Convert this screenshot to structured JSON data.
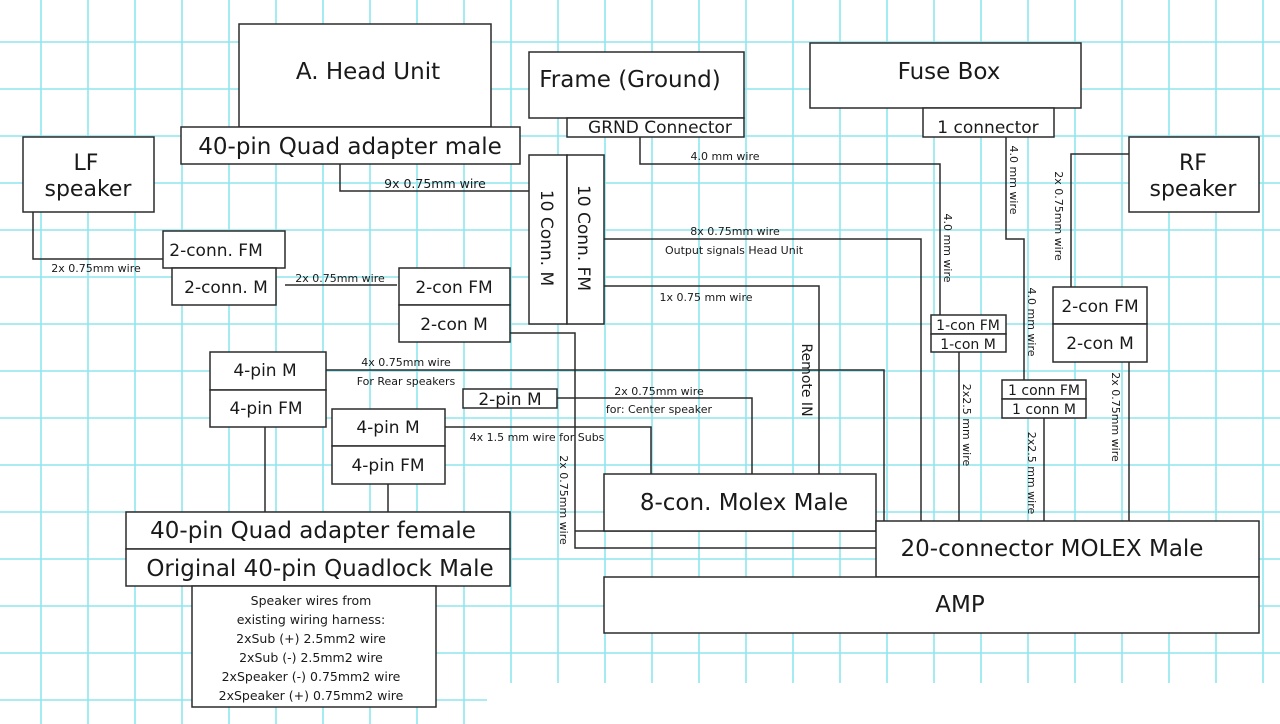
{
  "diagram": {
    "components": {
      "head_unit": "A. Head Unit",
      "quad_adapter_male": "40-pin Quad adapter male",
      "frame_ground": "Frame (Ground)",
      "grnd_connector": "GRND Connector",
      "fuse_box": "Fuse Box",
      "fuse_connector": "1 connector",
      "lf_speaker_line1": "LF",
      "lf_speaker_line2": "speaker",
      "rf_speaker_line1": "RF",
      "rf_speaker_line2": "speaker",
      "conn_10_m": "10 Conn. M",
      "conn_10_fm": "10 Conn. FM",
      "lf_2conn_fm": "2-conn. FM",
      "lf_2conn_m": "2-conn. M",
      "mid_2con_fm": "2-con FM",
      "mid_2con_m": "2-con M",
      "rear_4pin_m": "4-pin M",
      "rear_4pin_fm": "4-pin FM",
      "center_2pin_m": "2-pin M",
      "subs_4pin_m": "4-pin M",
      "subs_4pin_fm": "4-pin FM",
      "quad_adapter_female": "40-pin Quad adapter female",
      "original_quadlock": "Original 40-pin Quadlock Male",
      "molex_8": "8-con. Molex Male",
      "molex_20": "20-connector MOLEX Male",
      "amp": "AMP",
      "ground_1con_fm": "1-con FM",
      "ground_1con_m": "1-con M",
      "fuse_1conn_fm": "1 conn FM",
      "fuse_1conn_m": "1 conn M",
      "rf_2con_fm": "2-con FM",
      "rf_2con_m": "2-con M"
    },
    "wire_labels": {
      "head_to_10conn": "9x 0.75mm wire",
      "ground_wire": "4.0 mm wire",
      "ground_wire_vertical": "4.0 mm wire",
      "fuse_wire_upper": "4.0 mm wire",
      "fuse_wire_lower": "4.0 mm wire",
      "rf_speaker_wire": "2x 0.75mm wire",
      "output_signals_count": "8x 0.75mm wire",
      "output_signals_desc": "Output signals Head Unit",
      "remote_wire": "1x 0.75 mm wire",
      "remote_in": "Remote IN",
      "lf_speaker_wire": "2x 0.75mm wire",
      "lf_to_mid_wire": "2x 0.75mm wire",
      "rear_wire_count": "4x 0.75mm wire",
      "rear_wire_desc": "For Rear speakers",
      "center_wire_count": "2x 0.75mm wire",
      "center_wire_desc": "for: Center speaker",
      "subs_wire": "4x 1.5 mm wire for Subs",
      "mid_to_amp_wire": "2x 0.75mm wire",
      "ground_to_amp": "2x2.5 mm wire",
      "fuse_to_amp": "2x2.5 mm wire",
      "rf_to_amp": "2x 0.75mm wire"
    },
    "harness_note": [
      "Speaker wires from",
      "existing wiring harness:",
      "2xSub (+) 2.5mm2 wire",
      "2xSub (-) 2.5mm2 wire",
      "2xSpeaker (-) 0.75mm2 wire",
      "2xSpeaker (+) 0.75mm2 wire"
    ]
  }
}
